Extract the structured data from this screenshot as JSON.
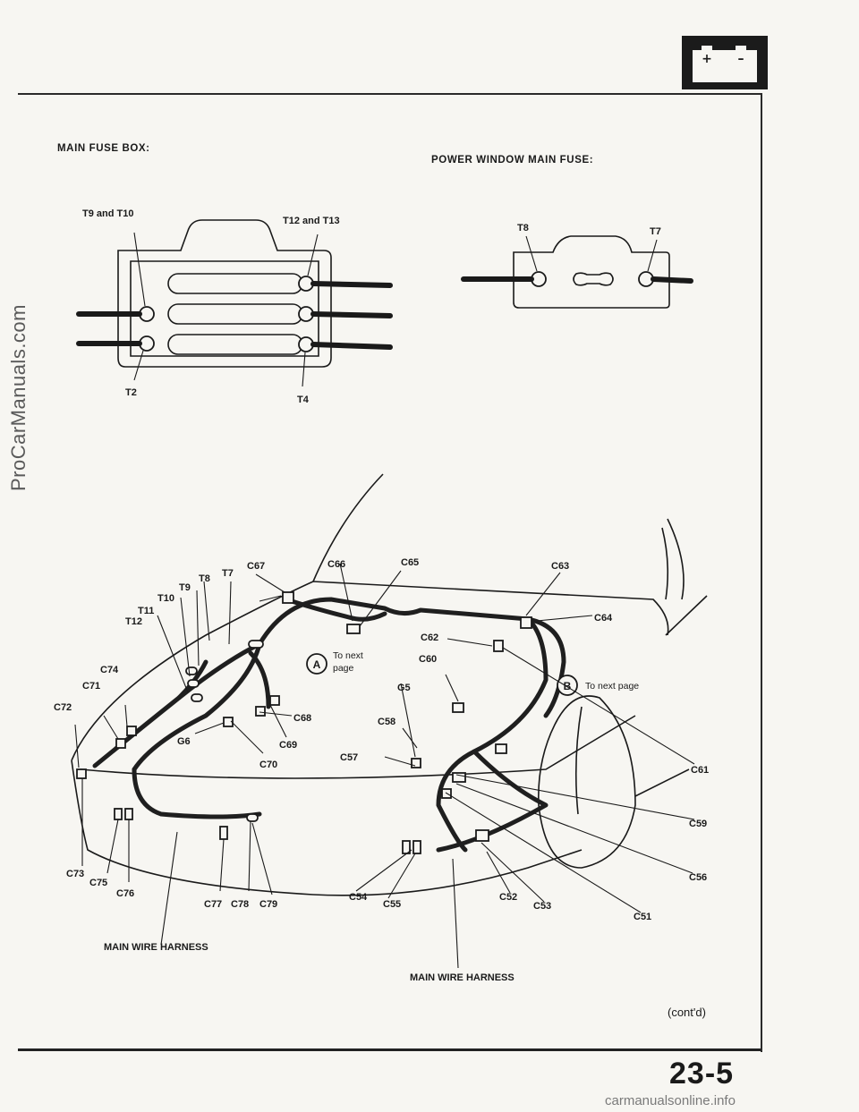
{
  "watermark_side": "ProCarManuals.com",
  "watermark_bottom": "carmanualsonline.info",
  "battery_icon": {
    "plus": "+",
    "minus": "–"
  },
  "main_fuse_box": {
    "title": "MAIN FUSE BOX:",
    "labels": {
      "t9_t10": "T9 and T10",
      "t12_t13": "T12 and T13",
      "t2": "T2",
      "t4": "T4"
    }
  },
  "power_window_fuse": {
    "title": "POWER WINDOW MAIN FUSE:",
    "labels": {
      "t8": "T8",
      "t7": "T7"
    }
  },
  "harness_diagram": {
    "terminals": {
      "t7": "T7",
      "t8": "T8",
      "t9": "T9",
      "t10": "T10",
      "t11": "T11",
      "t12": "T12"
    },
    "connectors": {
      "c51": "C51",
      "c52": "C52",
      "c53": "C53",
      "c54": "C54",
      "c55": "C55",
      "c56": "C56",
      "c57": "C57",
      "c58": "C58",
      "c59": "C59",
      "c60": "C60",
      "c61": "C61",
      "c62": "C62",
      "c63": "C63",
      "c64": "C64",
      "c65": "C65",
      "c66": "C66",
      "c67": "C67",
      "c68": "C68",
      "c69": "C69",
      "c70": "C70",
      "c71": "C71",
      "c72": "C72",
      "c73": "C73",
      "c74": "C74",
      "c75": "C75",
      "c76": "C76",
      "c77": "C77",
      "c78": "C78",
      "c79": "C79"
    },
    "grounds": {
      "g5": "G5",
      "g6": "G6"
    },
    "callout_a": {
      "letter": "A",
      "line1": "To next",
      "line2": "page"
    },
    "callout_b": {
      "letter": "B",
      "text": "To next page"
    },
    "main_wire_harness_left": "MAIN WIRE HARNESS",
    "main_wire_harness_right": "MAIN WIRE HARNESS"
  },
  "contd": "(cont'd)",
  "page_number": "23-5"
}
